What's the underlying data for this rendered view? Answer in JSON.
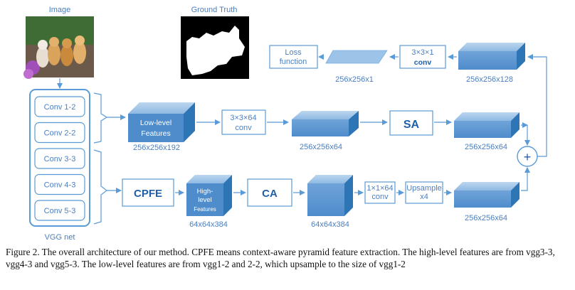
{
  "labels": {
    "image": "Image",
    "ground_truth": "Ground Truth",
    "loss": [
      "Loss",
      "function"
    ],
    "loss_size": "256x256x1",
    "conv_top": [
      "3×3×1",
      "conv"
    ],
    "top_size": "256x256x128",
    "vgg_layers": [
      "Conv 1-2",
      "Conv 2-2",
      "Conv 3-3",
      "Conv 4-3",
      "Conv 5-3"
    ],
    "vgg_net": "VGG net",
    "low_level": [
      "Low-level",
      "Features"
    ],
    "low_size": "256x256x192",
    "conv_mid": [
      "3×3×64",
      "conv"
    ],
    "mid_size1": "256x256x64",
    "sa": "SA",
    "mid_size2": "256x256x64",
    "plus": "+",
    "cpfe": "CPFE",
    "high_level": [
      "High-",
      "level",
      "Features"
    ],
    "high_size": "64x64x384",
    "ca": "CA",
    "ca_size": "64x64x384",
    "conv_bottom": [
      "1×1×64",
      "conv"
    ],
    "upsample": [
      "Upsample",
      "x4"
    ],
    "bottom_size": "256x256x64"
  },
  "caption": "Figure 2. The overall architecture of our method. CPFE means context-aware pyramid feature extraction. The high-level features are from vgg3-3, vgg4-3 and vgg5-3. The low-level features are from vgg1-2 and 2-2, which upsample to the size of vgg1-2",
  "colors": {
    "accent": "#5b9bd5",
    "dark": "#2e75b6",
    "text_blue": "#4a7fc0"
  }
}
